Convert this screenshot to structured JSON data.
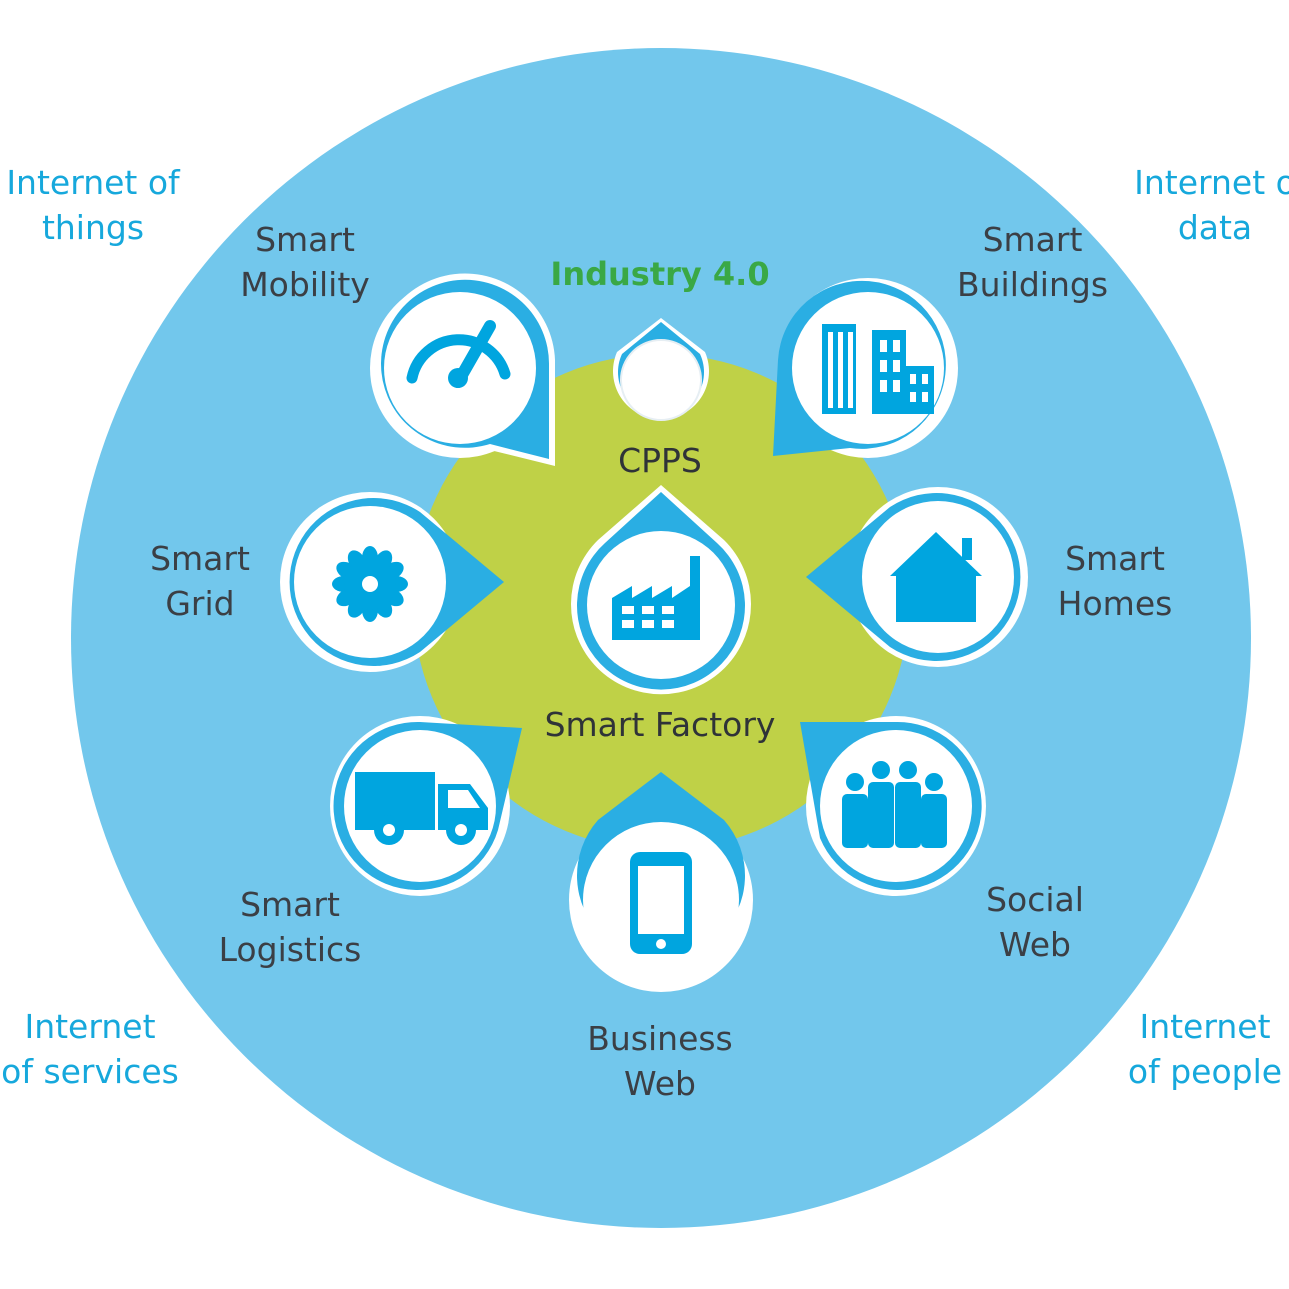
{
  "corners": {
    "top_left": "Internet of\nthings",
    "top_right": "Internet o\ndata",
    "bottom_left": "Internet\nof services",
    "bottom_right": "Internet\nof people"
  },
  "core": {
    "industry": "Industry 4.0",
    "cpps": "CPPS",
    "smart_factory": "Smart Factory"
  },
  "nodes": {
    "mobility": {
      "label": "Smart\nMobility",
      "icon": "speedometer-icon"
    },
    "buildings": {
      "label": "Smart\nBuildings",
      "icon": "buildings-icon"
    },
    "grid": {
      "label": "Smart\nGrid",
      "icon": "gear-flower-icon"
    },
    "homes": {
      "label": "Smart\nHomes",
      "icon": "house-icon"
    },
    "logistics": {
      "label": "Smart\nLogistics",
      "icon": "truck-icon"
    },
    "social": {
      "label": "Social\nWeb",
      "icon": "people-icon"
    },
    "business": {
      "label": "Business\nWeb",
      "icon": "smartphone-icon"
    },
    "factory": {
      "icon": "factory-icon"
    },
    "industry": {
      "icon": "empty-node-icon"
    }
  },
  "colors": {
    "outer_circle": "#72c7ec",
    "core_blob": "#bfd147",
    "node_fill": "#ffffff",
    "node_ring": "#2aaee3",
    "icon": "#00a5df",
    "corner_text": "#16a8dc",
    "industry_text": "#3aa845",
    "label_text": "#3b3f45"
  }
}
